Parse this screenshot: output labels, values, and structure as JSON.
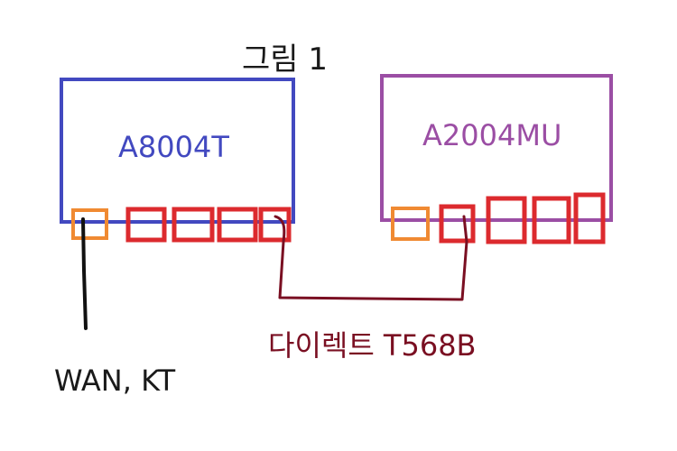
{
  "title": "그림 1",
  "devices": [
    {
      "label": "A8004T",
      "color": "#4249c0",
      "ports": 5
    },
    {
      "label": "A2004MU",
      "color": "#9b4ea4",
      "ports": 5
    }
  ],
  "cable_label": "다이렉트 T568B",
  "wan_label": "WAN, KT",
  "colors": {
    "wan_port": "#f08a32",
    "lan_port": "#dc2a2e",
    "cable": "#7a0f22",
    "wan_line": "#111111"
  }
}
